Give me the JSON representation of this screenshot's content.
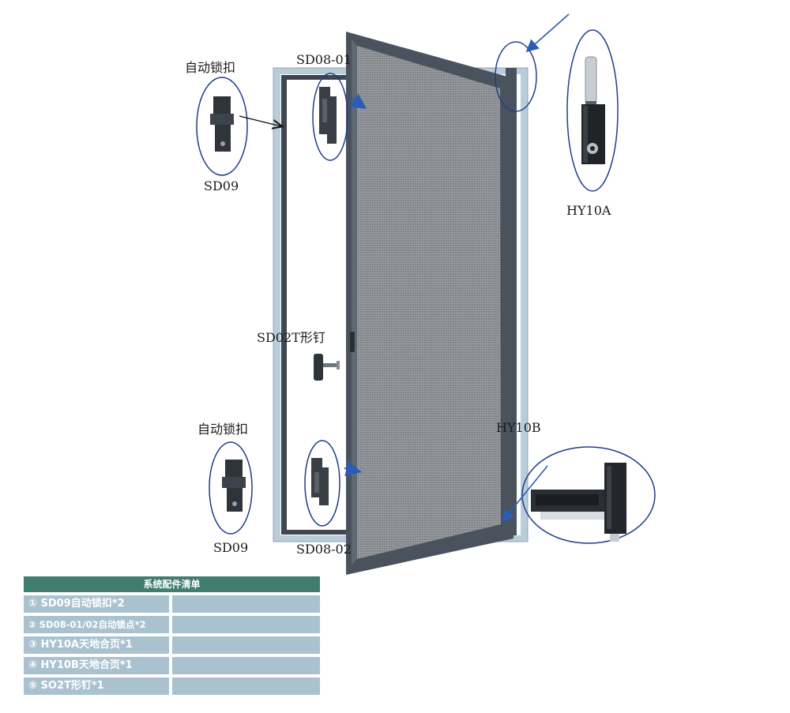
{
  "labels": {
    "sd09_top_title": "自动锁扣",
    "sd09_top_code": "SD09",
    "sd08_01": "SD08-01",
    "hy10a": "HY10A",
    "sd02t": "SD02T形钉",
    "sd09_bottom_title": "自动锁扣",
    "sd09_bottom_code": "SD09",
    "hy10b": "HY10B",
    "sd08_02": "SD08-02"
  },
  "table": {
    "header": "系统配件清单",
    "rows": [
      "① SD09自动锁扣*2",
      "② SD08-01/02自动锁点*2",
      "③ HY10A天地合页*1",
      "④ HY10B天地合页*1",
      "⑤ SO2T形钉*1"
    ]
  },
  "colors": {
    "frame_outer": "#b8cdd9",
    "frame_inner": "#3f4650",
    "door_frame": "#4a535d",
    "mesh": "#8c8f93",
    "callout_blue": "#1f3e8a",
    "arrow_blue": "#2b5db5",
    "table_header": "#3e7d6f",
    "table_cell": "#aac2d0"
  }
}
